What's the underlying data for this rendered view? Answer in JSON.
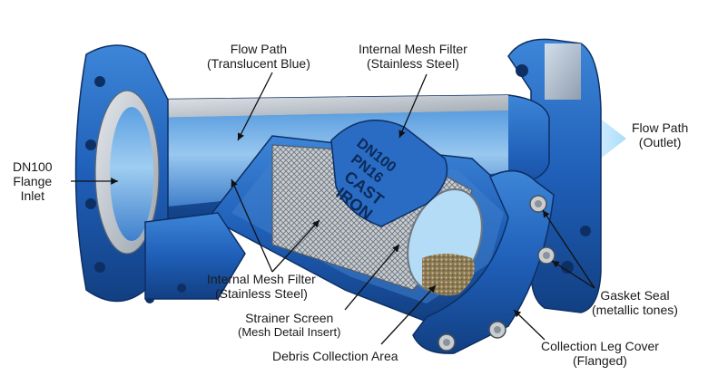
{
  "labels": {
    "flow_path_top": {
      "line1": "Flow Path",
      "line2": "(Translucent Blue)"
    },
    "mesh_filter_top": {
      "line1": "Internal Mesh Filter",
      "line2": "(Stainless Steel)"
    },
    "flow_path_outlet": {
      "line1": "Flow Path",
      "line2": "(Outlet)"
    },
    "inlet": {
      "line1": "DN100",
      "line2": "Flange",
      "line3": "Inlet"
    },
    "mesh_filter_bottom": {
      "line1": "Internal Mesh Filter",
      "line2": "(Stainless Steel)"
    },
    "strainer_screen": {
      "line1": "Strainer Screen",
      "line2": "(Mesh Detail Insert)"
    },
    "debris_area": {
      "line1": "Debris Collection Area"
    },
    "gasket_seal": {
      "line1": "Gasket Seal",
      "line2": "(metallic tones)"
    },
    "collection_cover": {
      "line1": "Collection Leg Cover",
      "line2": "(Flanged)"
    }
  },
  "body_marking": {
    "line1": "DN100",
    "line2": "PN16",
    "line3": "CAST",
    "line4": "IRON"
  },
  "colors": {
    "body_blue": "#1f5fb8",
    "body_dark": "#123f82",
    "interior_light": "#8fc3ef",
    "flange_face": "#bcc3cc",
    "mesh_silver": "#9ea6ae",
    "debris": "#a08a5c",
    "arrow_light": "#b9e3fb"
  }
}
